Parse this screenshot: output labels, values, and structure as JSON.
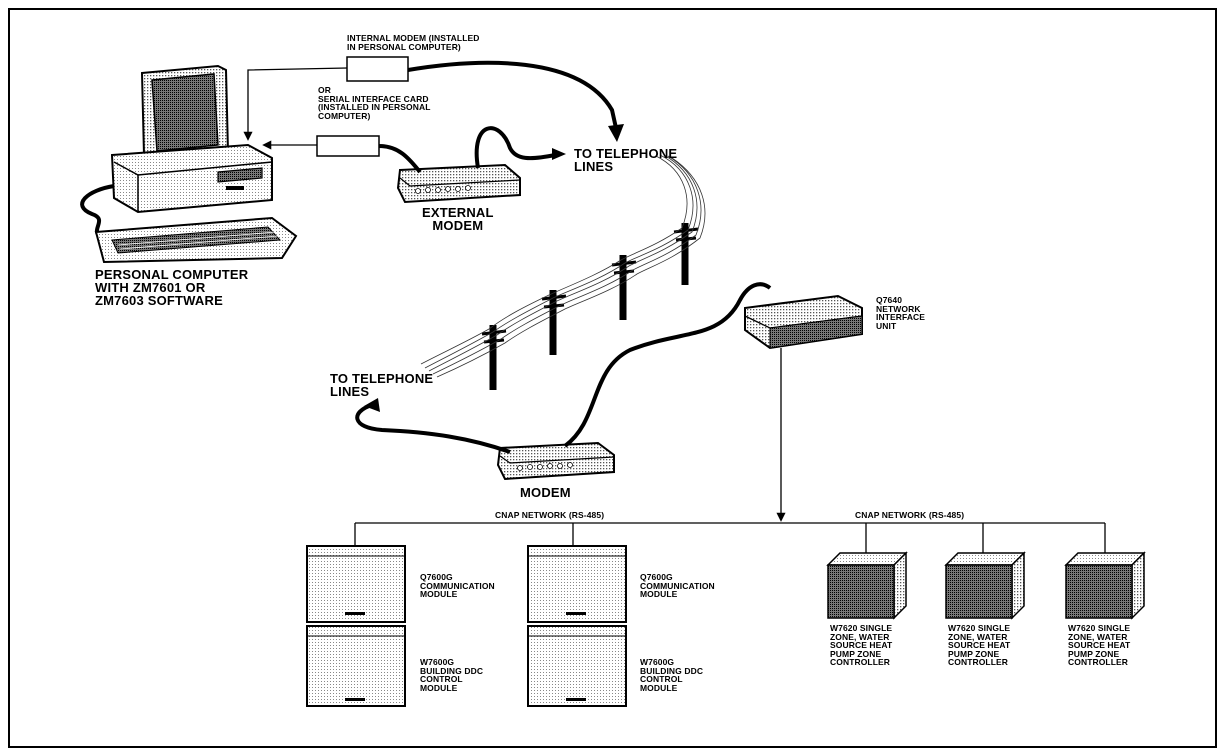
{
  "labels": {
    "internal_modem": "INTERNAL MODEM (INSTALLED\nIN PERSONAL COMPUTER)",
    "or_serial": "OR\nSERIAL INTERFACE CARD\n(INSTALLED IN PERSONAL\nCOMPUTER)",
    "to_telephone_lines_top": "TO TELEPHONE\nLINES",
    "external_modem": "EXTERNAL\nMODEM",
    "personal_computer": "PERSONAL COMPUTER\nWITH ZM7601 OR\nZM7603 SOFTWARE",
    "q7640": "Q7640\nNETWORK\nINTERFACE\nUNIT",
    "to_telephone_lines_bottom": "TO TELEPHONE\nLINES",
    "modem": "MODEM",
    "cnap_network_left": "CNAP NETWORK (RS-485)",
    "cnap_network_right": "CNAP NETWORK (RS-485)",
    "q7600g_1": "Q7600G\nCOMMUNICATION\nMODULE",
    "w7600g_1": "W7600G\nBUILDING DDC\nCONTROL\nMODULE",
    "q7600g_2": "Q7600G\nCOMMUNICATION\nMODULE",
    "w7600g_2": "W7600G\nBUILDING DDC\nCONTROL\nMODULE",
    "w7620_1": "W7620 SINGLE\nZONE, WATER\nSOURCE HEAT\nPUMP ZONE\nCONTROLLER",
    "w7620_2": "W7620 SINGLE\nZONE, WATER\nSOURCE HEAT\nPUMP ZONE\nCONTROLLER",
    "w7620_3": "W7620 SINGLE\nZONE, WATER\nSOURCE HEAT\nPUMP ZONE\nCONTROLLER"
  },
  "colors": {
    "ink": "#000000",
    "paper": "#ffffff",
    "stipple": "#8a8a8a"
  }
}
